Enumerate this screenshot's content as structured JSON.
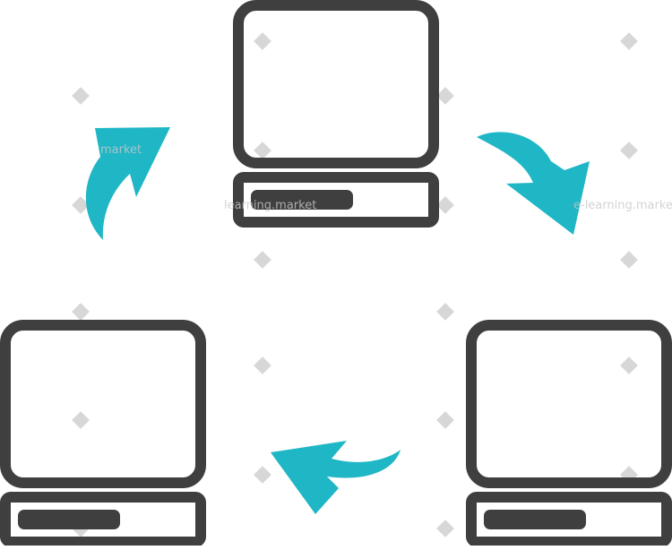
{
  "diagram": {
    "type": "cycle",
    "nodes": [
      {
        "id": "computer-top",
        "icon": "computer-icon"
      },
      {
        "id": "computer-bottom-right",
        "icon": "computer-icon"
      },
      {
        "id": "computer-bottom-left",
        "icon": "computer-icon"
      }
    ],
    "edges": [
      {
        "from": "computer-top",
        "to": "computer-bottom-right",
        "icon": "curved-arrow-icon"
      },
      {
        "from": "computer-bottom-right",
        "to": "computer-bottom-left",
        "icon": "curved-arrow-icon"
      },
      {
        "from": "computer-bottom-left",
        "to": "computer-top",
        "icon": "curved-arrow-icon"
      }
    ]
  },
  "colors": {
    "device_stroke": "#3f3f3f",
    "arrow_fill": "#1fb6c6",
    "background": "#ffffff",
    "watermark": "#d3d3d3"
  },
  "watermark": {
    "text_1": "market",
    "text_2": "learning.market",
    "text_3": "e-learning.market"
  }
}
